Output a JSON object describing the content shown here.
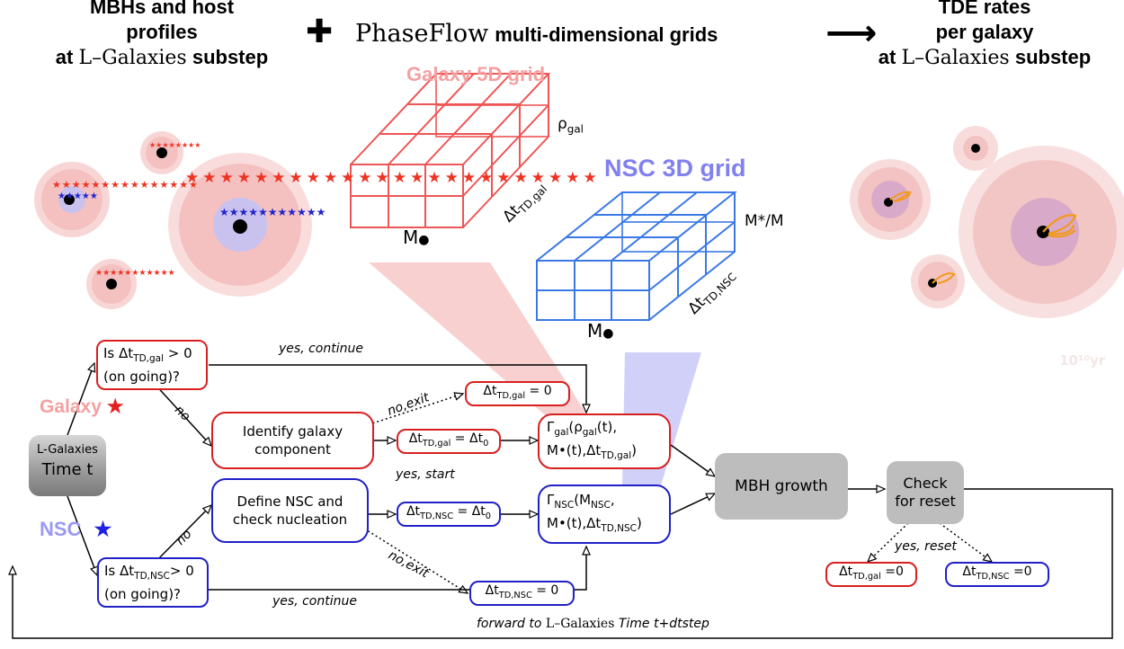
{
  "header": {
    "left": [
      "MBHs and host",
      "profiles",
      "at",
      "L–Galaxies",
      "substep"
    ],
    "plus": "✚",
    "middle_serif": "PhaseFlow",
    "middle_bold": "multi-dimensional grids",
    "arrow": "⟶",
    "right": [
      "TDE rates",
      "per galaxy",
      "at",
      "L–Galaxies",
      "substep"
    ]
  },
  "grids": {
    "galaxy_title": "Galaxy 5D grid",
    "galaxy_axes": {
      "x": "M",
      "y": "ρ",
      "y_sub": "gal",
      "z": "Δt",
      "z_sub": "TD,gal"
    },
    "nsc_title": "NSC 3D grid",
    "nsc_axes": {
      "x": "M",
      "y": "M*/M",
      "z": "Δt",
      "z_sub": "TD,NSC"
    },
    "faint_time": "10¹⁰yr"
  },
  "flow": {
    "galaxy_label": "Galaxy",
    "nsc_label": "NSC",
    "star": "★",
    "lgal_box": [
      "L-Galaxies",
      "Time t"
    ],
    "q_gal": {
      "l1a": "Is Δt",
      "l1sub": "TD,gal",
      "l1b": " > 0",
      "l2": "(on going)?"
    },
    "q_nsc": {
      "l1a": "Is Δt",
      "l1sub": "TD,NSC",
      "l1b": "> 0",
      "l2": "(on going)?"
    },
    "identify": [
      "Identify galaxy",
      "component"
    ],
    "define": [
      "Define NSC and",
      "check nucleation"
    ],
    "dt_gal_zero": {
      "a": "Δt",
      "sub": "TD,gal",
      "b": " =  0"
    },
    "dt_gal_start": {
      "a": "Δt",
      "sub": "TD,gal",
      "b": " = Δt",
      "sub2": "0"
    },
    "dt_nsc_start": {
      "a": "Δt",
      "sub": "TD,NSC",
      "b": " = Δt",
      "sub2": "0"
    },
    "dt_nsc_zero": {
      "a": "Δt",
      "sub": "TD,NSC",
      "b": " = 0"
    },
    "gamma_gal": {
      "l1a": "Γ",
      "l1sub": "gal",
      "l1b": "(ρ",
      "l1sub2": "gal",
      "l1c": "(t),",
      "l2a": "M•(t),Δt",
      "l2sub": "TD,gal",
      "l2b": ")"
    },
    "gamma_nsc": {
      "l1a": "Γ",
      "l1sub": "NSC",
      "l1b": "(M",
      "l1sub2": "NSC",
      "l1c": ",",
      "l2a": "M•(t),Δt",
      "l2sub": "TD,NSC",
      "l2b": ")"
    },
    "mbh_growth": "MBH growth",
    "check_reset": [
      "Check",
      "for reset"
    ],
    "reset_gal": {
      "a": "Δt",
      "sub": "TD,gal",
      "b": "  =0"
    },
    "reset_nsc": {
      "a": "Δt",
      "sub": "TD,NSC",
      "b": " =0"
    },
    "labels": {
      "yes_continue_top": "yes, continue",
      "no_top": "no",
      "no_exit_top": "no,exit",
      "yes_start": "yes, start",
      "no_bottom": "no",
      "no_exit_bottom": "no,exit",
      "yes_continue_bottom": "yes, continue",
      "yes_reset": "yes, reset",
      "forward_a": "forward to",
      "forward_b": "L–Galaxies",
      "forward_c": "Time t+dtstep"
    }
  },
  "colors": {
    "red": "#d81f1f",
    "blue": "#2020c8",
    "grid_red": "#ee5555",
    "grid_blue": "#3a78e6",
    "halo": "#f7c9c9",
    "gray": "#bdbdbd"
  }
}
